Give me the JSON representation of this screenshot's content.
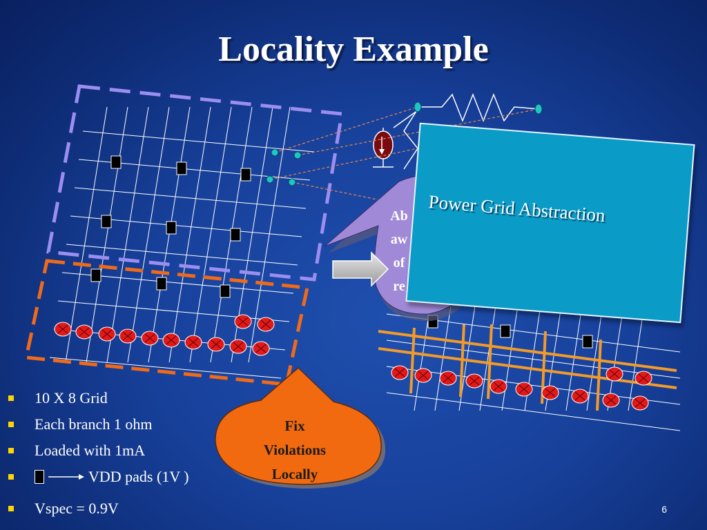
{
  "slide": {
    "title": "Locality Example",
    "page_number": "6"
  },
  "bullets": [
    {
      "text": "10 X 8 Grid"
    },
    {
      "text": "Each branch 1 ohm"
    },
    {
      "text": "Loaded with 1mA"
    },
    {
      "text": "VDD pads (1V )"
    },
    {
      "text": "Vspec = 0.9V"
    }
  ],
  "callouts": {
    "fix": [
      "Fix",
      "Violations",
      "Locally"
    ],
    "abstraction_partial": [
      "Ab",
      "aw",
      "of",
      "re"
    ],
    "power_grid_box": "Power Grid Abstraction"
  },
  "colors": {
    "background": "#17409a",
    "grid_line": "#ffffff",
    "purple_dash": "#9b8ef0",
    "orange_dash": "#f06a1a",
    "load_red": "#e01a1a",
    "bullet": "#ffd400",
    "fix_bubble": "#f26a10",
    "abstraction_bubble": "#a08ad8",
    "box_fill": "#0a9bc6",
    "strap_orange": "#f29a2a"
  },
  "icons": [
    "vdd-pad-icon",
    "current-load-icon",
    "current-source-icon",
    "resistor-icon",
    "arrow-right-icon"
  ]
}
